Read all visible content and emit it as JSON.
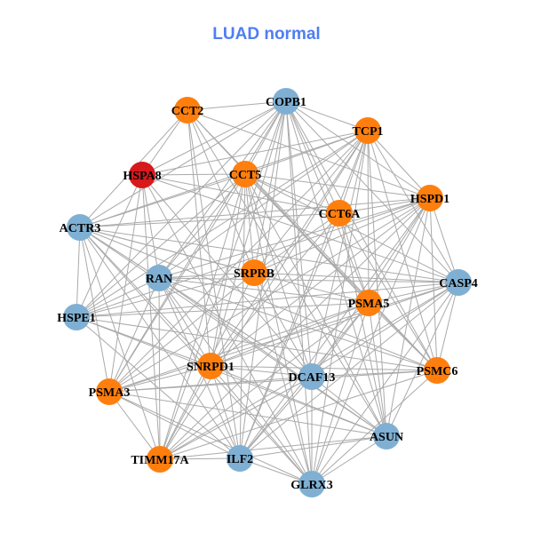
{
  "title": "LUAD normal",
  "colors": {
    "orange": "#ff7f0e",
    "blue": "#7fb0d3",
    "red": "#d7191c",
    "edge": "#aaaaaa",
    "title": "#4f7df3"
  },
  "nodes": [
    {
      "name": "CCT2",
      "color": "orange"
    },
    {
      "name": "COPB1",
      "color": "blue"
    },
    {
      "name": "TCP1",
      "color": "orange"
    },
    {
      "name": "HSPA8",
      "color": "red"
    },
    {
      "name": "CCT5",
      "color": "orange"
    },
    {
      "name": "HSPD1",
      "color": "orange"
    },
    {
      "name": "CCT6A",
      "color": "orange"
    },
    {
      "name": "ACTR3",
      "color": "blue"
    },
    {
      "name": "RAN",
      "color": "blue"
    },
    {
      "name": "SRPRB",
      "color": "orange"
    },
    {
      "name": "CASP4",
      "color": "blue"
    },
    {
      "name": "PSMA5",
      "color": "orange"
    },
    {
      "name": "HSPE1",
      "color": "blue"
    },
    {
      "name": "SNRPD1",
      "color": "orange"
    },
    {
      "name": "DCAF13",
      "color": "blue"
    },
    {
      "name": "PSMC6",
      "color": "orange"
    },
    {
      "name": "PSMA3",
      "color": "orange"
    },
    {
      "name": "ASUN",
      "color": "blue"
    },
    {
      "name": "TIMM17A",
      "color": "orange"
    },
    {
      "name": "ILF2",
      "color": "blue"
    },
    {
      "name": "GLRX3",
      "color": "blue"
    }
  ]
}
